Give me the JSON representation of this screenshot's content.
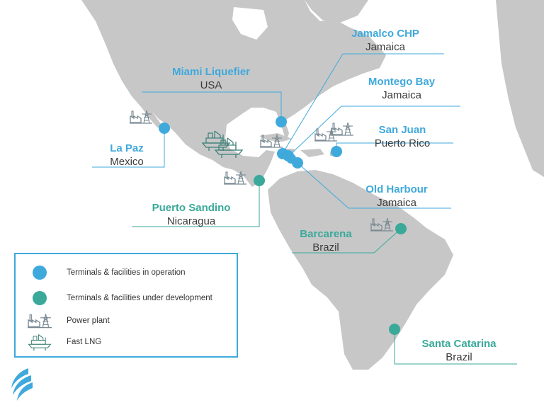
{
  "colors": {
    "operation": "#3fa9dc",
    "development": "#3aa99a",
    "land": "#c7c7c7",
    "water": "#ffffff",
    "icon": "#7a8a93"
  },
  "sites": [
    {
      "name": "Jamalco CHP",
      "country": "Jamaica",
      "status": "operation"
    },
    {
      "name": "Miami Liquefier",
      "country": "USA",
      "status": "operation"
    },
    {
      "name": "Montego Bay",
      "country": "Jamaica",
      "status": "operation"
    },
    {
      "name": "La Paz",
      "country": "Mexico",
      "status": "operation"
    },
    {
      "name": "San Juan",
      "country": "Puerto Rico",
      "status": "operation"
    },
    {
      "name": "Old Harbour",
      "country": "Jamaica",
      "status": "operation"
    },
    {
      "name": "Puerto Sandino",
      "country": "Nicaragua",
      "status": "development"
    },
    {
      "name": "Barcarena",
      "country": "Brazil",
      "status": "development"
    },
    {
      "name": "Santa Catarina",
      "country": "Brazil",
      "status": "development"
    }
  ],
  "legend": {
    "items": [
      {
        "label": "Terminals & facilities in operation",
        "icon": "blue-dot-icon"
      },
      {
        "label": "Terminals & facilities under development",
        "icon": "teal-dot-icon"
      },
      {
        "label": "Power plant",
        "icon": "power-plant-icon"
      },
      {
        "label": "Fast LNG",
        "icon": "fast-lng-icon"
      }
    ]
  },
  "logo": {
    "icon": "company-logo-icon"
  }
}
